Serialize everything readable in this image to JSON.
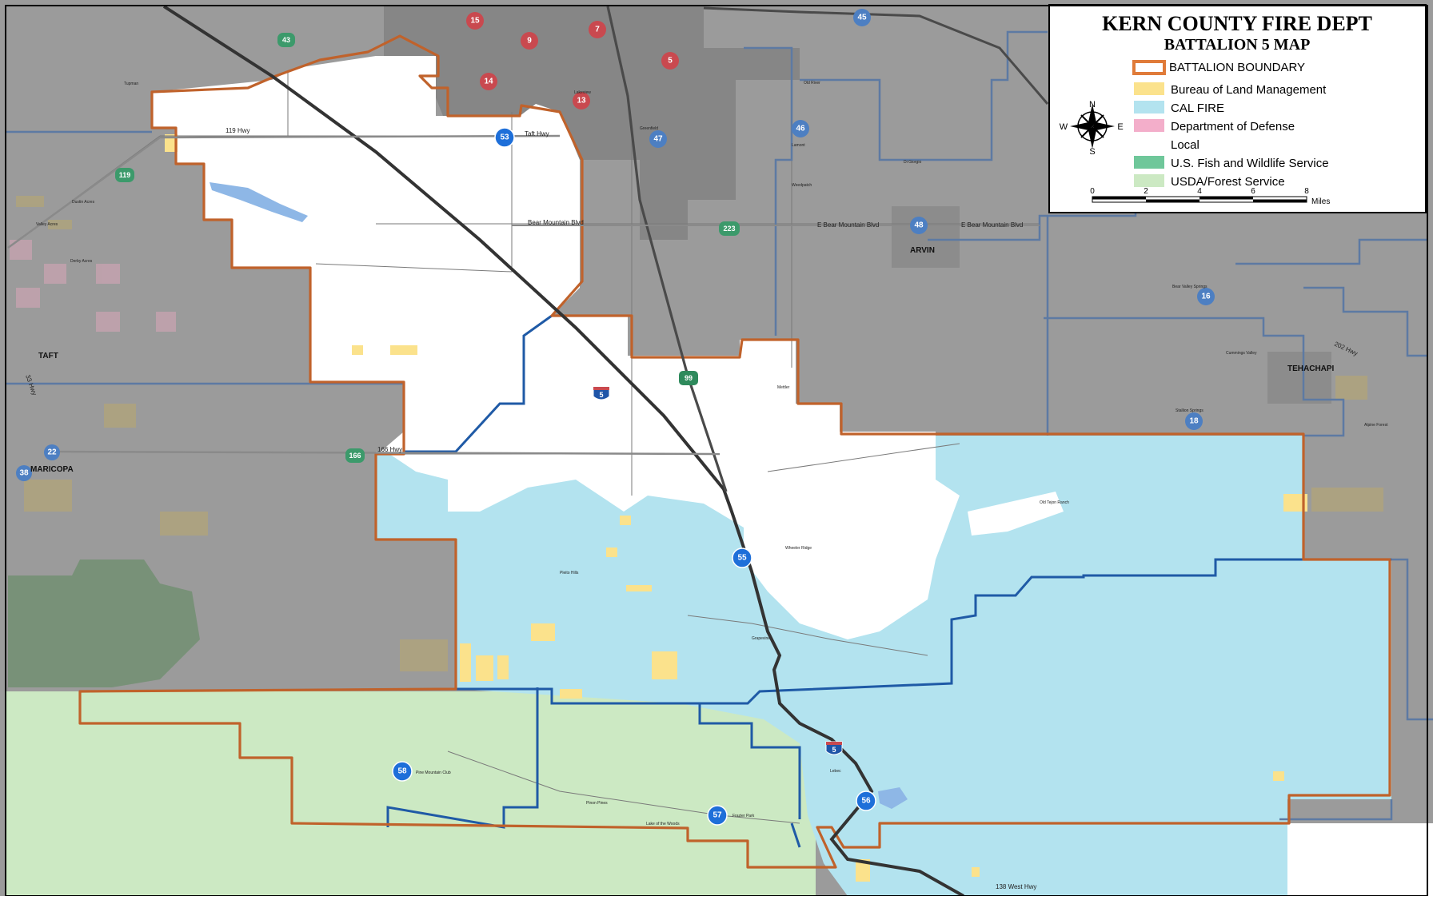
{
  "legend": {
    "title": "KERN COUNTY FIRE DEPT",
    "subtitle": "BATTALION 5 MAP",
    "items": [
      {
        "label": "BATTALION BOUNDARY",
        "swatch": "outline",
        "color": "#e07b39"
      },
      {
        "label": "Bureau of Land Management",
        "color": "#fbe28c"
      },
      {
        "label": "CAL FIRE",
        "color": "#b3e3ef"
      },
      {
        "label": "Department of Defense",
        "color": "#f3aeca"
      },
      {
        "label": "Local",
        "color": "#ffffff"
      },
      {
        "label": "U.S. Fish and Wildlife Service",
        "color": "#6fc79a"
      },
      {
        "label": "USDA/Forest Service",
        "color": "#cce9c3"
      }
    ],
    "compass": {
      "n": "N",
      "s": "S",
      "e": "E",
      "w": "W"
    },
    "scale": {
      "ticks": [
        "0",
        "2",
        "4",
        "6",
        "8"
      ],
      "unit": "Miles"
    }
  },
  "colors": {
    "outside": "#9b9b9b",
    "local": "#ffffff",
    "calfire": "#b3e3ef",
    "forest": "#cce9c3",
    "blm": "#fbe28c",
    "dod": "#f3aeca",
    "fws": "#6fc79a",
    "battalion_boundary": "#c0622b",
    "station_boundary": "#1f5aa6",
    "freeway": "#333333",
    "station_blue": "#1e6fd9",
    "station_red": "#c9494f",
    "route_green": "#3c9a6b"
  },
  "stations_blue": [
    "53",
    "47",
    "46",
    "45",
    "48",
    "16",
    "18",
    "55",
    "56",
    "57",
    "58",
    "22",
    "38"
  ],
  "stations_red": [
    "15",
    "9",
    "7",
    "5",
    "14",
    "13"
  ],
  "routes": [
    "43",
    "119",
    "223",
    "99",
    "166"
  ],
  "interstate": "5",
  "towns": {
    "taft": "TAFT",
    "maricopa": "MARICOPA",
    "arvin": "ARVIN",
    "tehachapi": "TEHACHAPI"
  },
  "roads": {
    "hwy119": "119 Hwy",
    "taft_hwy": "Taft Hwy",
    "bear_mtn_w": "Bear Mountain Blvd",
    "bear_mtn_e1": "E Bear Mountain Blvd",
    "bear_mtn_e2": "E Bear Mountain Blvd",
    "hwy166": "166 Hwy",
    "hwy33": "33 Hwy",
    "hwy202": "202 Hwy",
    "hwy138": "138 West Hwy"
  },
  "places": {
    "tupman": "Tupman",
    "dustin": "Dustin Acres",
    "valley_acres": "Valley Acres",
    "derby": "Derby Acres",
    "lakeview": "Lakeview",
    "greenfield": "Greenfield",
    "lamont": "Lamont",
    "weedpatch": "Weedpatch",
    "mettler": "Mettler",
    "old_river": "Old River",
    "lebec": "Lebec",
    "frazier": "Frazier Park",
    "pine_mtn": "Pine Mountain Club",
    "pinon_pines": "Pinon Pines",
    "lake_woods": "Lake of the Woods",
    "grapevine": "Grapevine",
    "wheeler": "Wheeler Ridge",
    "arvin_farm": "Di Giorgio",
    "bear_valley": "Bear Valley Springs",
    "stallion": "Stallion Springs",
    "cummings": "Cummings Valley",
    "alpine": "Alpine Forest",
    "tejon": "Old Tejon Ranch",
    "sky": "Pleito Hills"
  }
}
